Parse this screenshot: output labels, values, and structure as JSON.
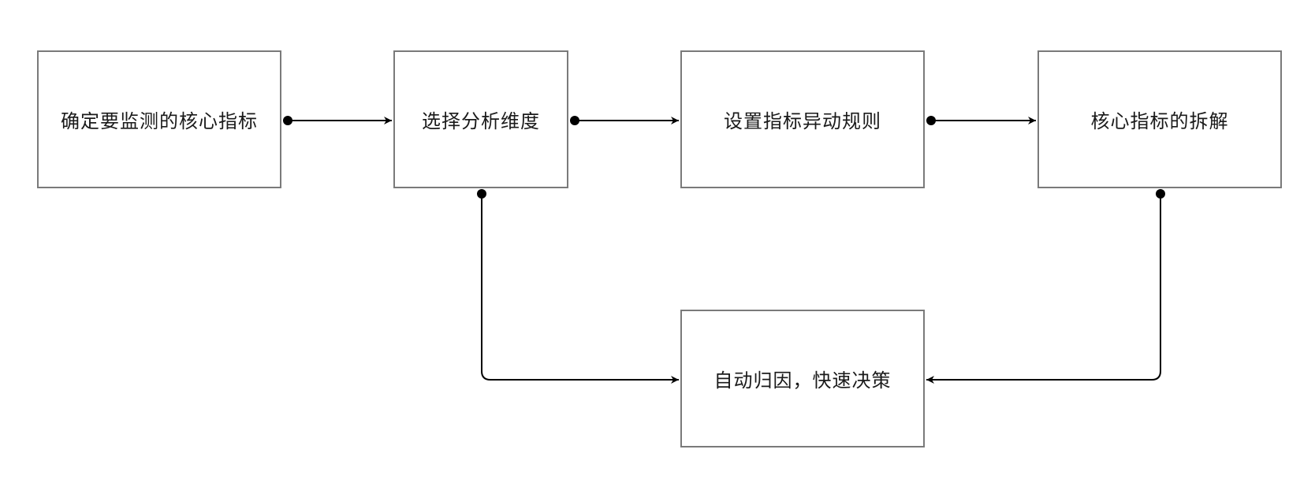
{
  "nodes": {
    "n1": "确定要监测的核心指标",
    "n2": "选择分析维度",
    "n3": "设置指标异动规则",
    "n4": "核心指标的拆解",
    "n5": "自动归因，快速决策"
  },
  "colors": {
    "stroke": "#000000",
    "border": "#7a7a7a"
  }
}
